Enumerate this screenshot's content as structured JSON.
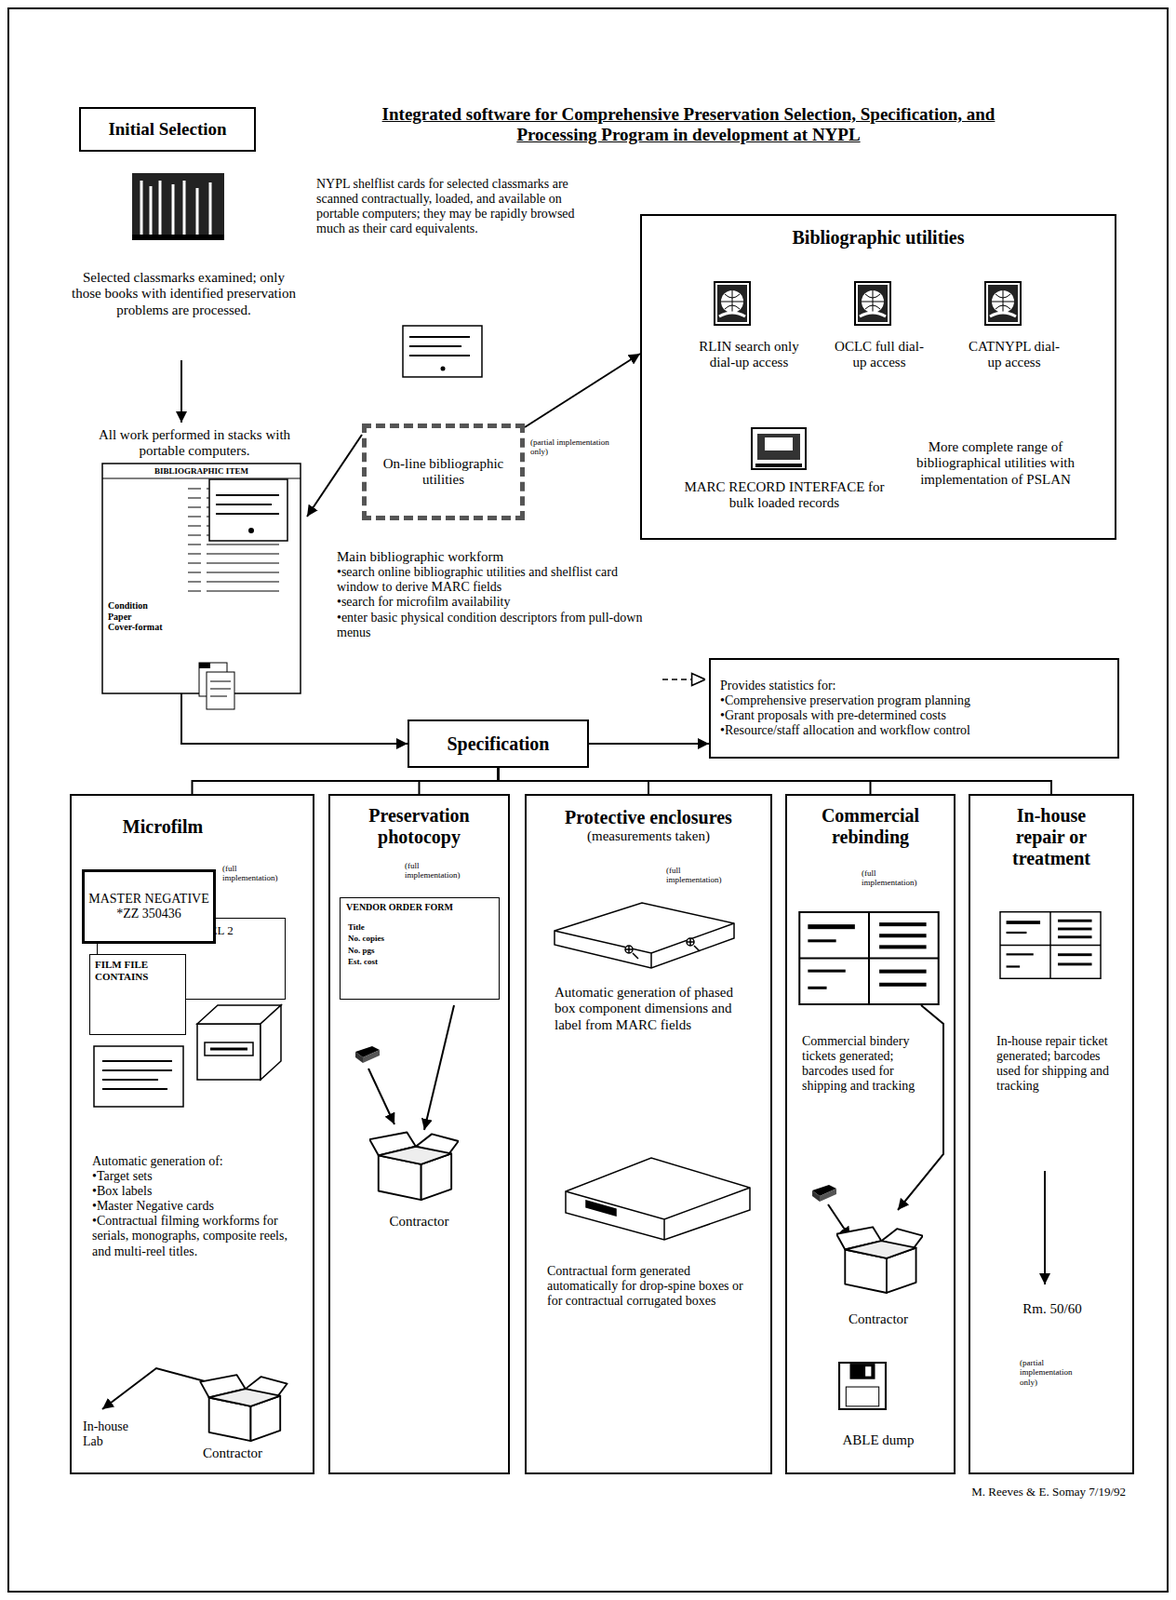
{
  "diagram": {
    "title": "Integrated software for Comprehensive Preservation Selection, Specification, and Processing Program in development at NYPL",
    "nodes": [
      {
        "text": [
          "Initial Selection",
          "Selected classmarks examined; only those books with identified preservation problems are processed."
        ]
      },
      {
        "text": [
          "All work performed in stacks with portable computers.",
          "BIBLIOGRAPHIC ITEM",
          "Condition",
          "Paper",
          "Cover-format"
        ]
      },
      {
        "text": [
          "On-line bibliographic utilities"
        ]
      },
      {
        "text": [
          "Bibliographic utilities",
          "RLIN search only dial-up access",
          "OCLC full dial-up access",
          "CATNYPL dial-up access",
          "MARC RECORD INTERFACE for bulk loaded records",
          "More complete range of bibliographical utilities with implementation of PSLAN"
        ]
      },
      {
        "text": [
          "Provides statistics for:",
          "•Comprehensive preservation program planning",
          "•Grant proposals with pre-determined costs",
          "•Resource/staff allocation and workflow control"
        ]
      },
      {
        "text": [
          "Specification"
        ]
      },
      {
        "text": [
          "Microfilm",
          "(full implementation)",
          "Automatic generation of:",
          "•Target sets",
          "•Box labels",
          "•Master Negative cards",
          "•Contractual filming workforms for serials, monographs, composite reels, and multi-reel titles.",
          "In-house Lab",
          "Contractor"
        ]
      },
      {
        "text": [
          "MASTER NEGATIVE *ZZ 350436"
        ],
        "in": 6
      },
      {
        "text": [
          "REEL 2"
        ],
        "in": 6
      },
      {
        "text": [
          "FILM FILE CONTAINS"
        ],
        "in": 6
      },
      {
        "text": [
          "Preservation photocopy",
          "(full implementation)",
          "Contractor"
        ]
      },
      {
        "text": [
          "VENDOR ORDER FORM",
          "Title",
          "No. copies",
          "No. pgs",
          "Est. cost"
        ],
        "in": 10
      },
      {
        "text": [
          "Protective enclosures",
          "(measurements taken)",
          "(full implementation)",
          "Automatic generation of phased box component dimensions and label from MARC fields",
          "Contractual form generated automatically for drop-spine boxes or for contractual corrugated boxes"
        ]
      },
      {
        "text": [
          "Commercial rebinding",
          "(full implementation)",
          "Commercial bindery tickets generated; barcodes used for shipping and tracking",
          "Contractor",
          "ABLE dump"
        ]
      },
      {
        "text": [
          "In-house repair or treatment",
          "In-house repair ticket generated; barcodes used for shipping and tracking",
          "Rm. 50/60",
          "(partial implementation only)"
        ]
      }
    ],
    "edges": [
      {
        "from": 0,
        "to": 1,
        "arrow": "to"
      },
      {
        "from": 2,
        "to": 1,
        "arrow": "to"
      },
      {
        "from": 2,
        "to": 3,
        "arrow": "to"
      },
      {
        "from": 1,
        "to": 5,
        "arrow": "to"
      },
      {
        "from": 5,
        "to": 4,
        "arrow": "to"
      },
      {
        "from": 5,
        "to": 6,
        "arrow": "none"
      },
      {
        "from": 5,
        "to": 10,
        "arrow": "none"
      },
      {
        "from": 5,
        "to": 12,
        "arrow": "none"
      },
      {
        "from": 5,
        "to": 13,
        "arrow": "none"
      },
      {
        "from": 5,
        "to": 14,
        "arrow": "none"
      }
    ],
    "labels": [
      "NYPL shelflist cards for selected classmarks are scanned contractually, loaded, and available on portable computers; they may be rapidly browsed much as their card equivalents.",
      "(partial implementation only)",
      "Main bibliographic workform",
      "•search online bibliographic utilities and shelflist card window to derive MARC fields",
      "•search for microfilm availability",
      "•enter basic physical condition descriptors from pull-down menus",
      "M. Reeves & E. Somay 7/19/92"
    ]
  }
}
